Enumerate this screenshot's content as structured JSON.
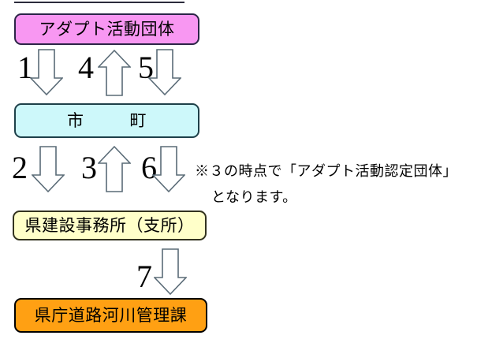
{
  "boxes": [
    {
      "label": "アダプト活動団体",
      "fill": "#F897F2",
      "border": "#2C2547"
    },
    {
      "label_left": "市",
      "label_right": "町",
      "fill": "#CDF8FA",
      "border": "#1E4049"
    },
    {
      "label": "県建設事務所（支所）",
      "fill": "#FFFFC9",
      "border": "#33331F"
    },
    {
      "label": "県庁道路河川管理課",
      "fill": "#FFA013",
      "border": "#000000"
    }
  ],
  "arrows": [
    {
      "num": "1",
      "dir": "down"
    },
    {
      "num": "4",
      "dir": "up"
    },
    {
      "num": "5",
      "dir": "down"
    },
    {
      "num": "2",
      "dir": "down"
    },
    {
      "num": "3",
      "dir": "up"
    },
    {
      "num": "6",
      "dir": "down"
    },
    {
      "num": "7",
      "dir": "down"
    }
  ],
  "note": {
    "line1": "※３の時点で「アダプト活動認定団体」",
    "line2": "となります。"
  },
  "colors": {
    "arrow_outline": "#5A6B77",
    "text": "#000000",
    "background": "#FFFFFF"
  }
}
